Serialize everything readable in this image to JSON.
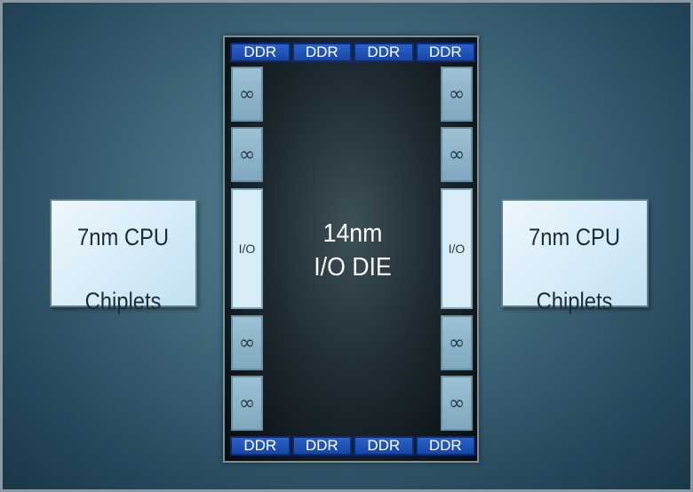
{
  "chiplets": {
    "left": {
      "line1": "7nm CPU",
      "line2": "Chiplets"
    },
    "right": {
      "line1": "7nm CPU",
      "line2": "Chiplets"
    }
  },
  "io_die": {
    "line1": "14nm",
    "line2": "I/O DIE",
    "ddr_top": [
      "DDR",
      "DDR",
      "DDR",
      "DDR"
    ],
    "ddr_bottom": [
      "DDR",
      "DDR",
      "DDR",
      "DDR"
    ],
    "infinity_symbol": "∞",
    "io_port_label": "I/O"
  },
  "colors": {
    "background": "#3e6477",
    "ddr_fill": "#1846a6",
    "chiplet_fill": "#d6ecf8",
    "die_fill": "#1f2c33"
  }
}
